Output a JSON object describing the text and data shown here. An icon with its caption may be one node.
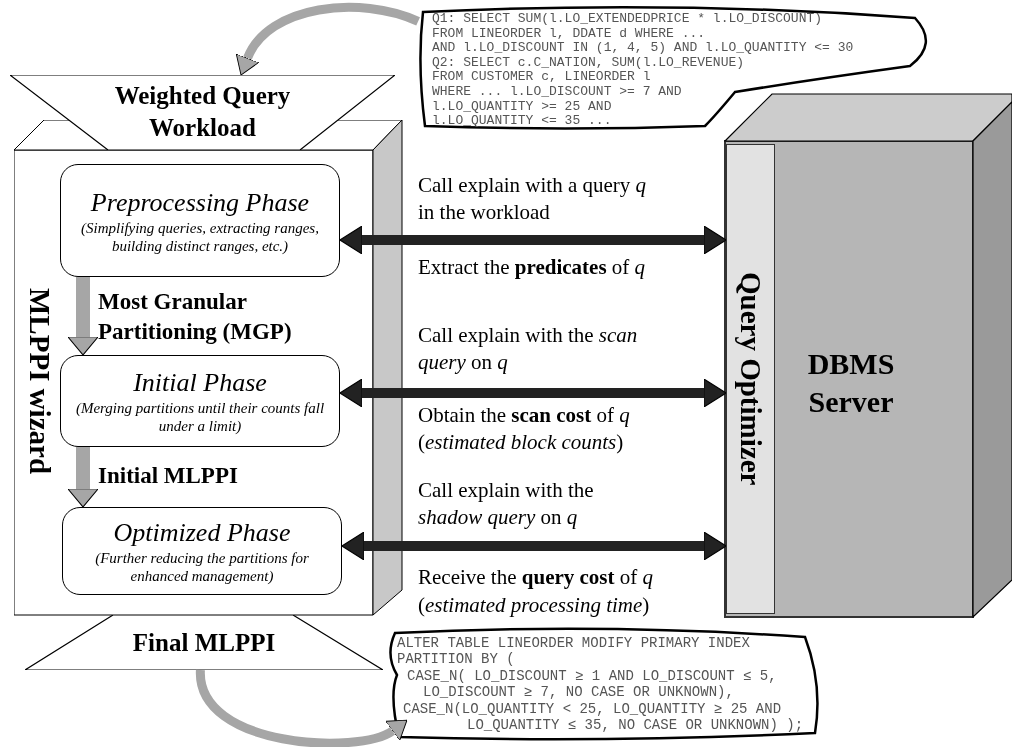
{
  "diagram": {
    "nodes": [
      {
        "text": [
          "MLPPI wizard"
        ]
      },
      {
        "text": [
          "Weighted Query Workload"
        ]
      },
      {
        "text": [
          "Preprocessing Phase",
          "(Simplifying queries, extracting ranges, building distinct ranges, etc.)"
        ],
        "in": 0
      },
      {
        "text": [
          "Initial Phase",
          "(Merging partitions until their counts fall under a limit)"
        ],
        "in": 0
      },
      {
        "text": [
          "Optimized Phase",
          "(Further reducing the partitions for enhanced management)"
        ],
        "in": 0
      },
      {
        "text": [
          "Final MLPPI"
        ]
      },
      {
        "text": [
          "DBMS Server"
        ]
      },
      {
        "text": [
          "Query Optimizer"
        ],
        "in": 6
      },
      {
        "text": [
          "Q1: SELECT SUM(l.LO_EXTENDEDPRICE * l.LO_DISCOUNT)",
          "FROM LINEORDER l, DDATE d WHERE ...",
          "AND l.LO_DISCOUNT IN (1, 4, 5) AND l.LO_QUANTITY <= 30",
          "Q2: SELECT c.C_NATION, SUM(l.LO_REVENUE)",
          "FROM CUSTOMER c, LINEORDER l",
          "WHERE ... l.LO_DISCOUNT >= 7 AND",
          "l.LO_QUANTITY >= 25 AND",
          "l.LO_QUANTITY <= 35 ..."
        ]
      },
      {
        "text": [
          "ALTER TABLE LINEORDER MODIFY PRIMARY INDEX",
          "PARTITION BY (",
          "CASE_N( LO_DISCOUNT ≥ 1 AND LO_DISCOUNT ≤ 5,",
          "LO_DISCOUNT ≥ 7, NO CASE OR UNKNOWN),",
          "CASE_N(LO_QUANTITY < 25, LO_QUANTITY ≥ 25 AND",
          "LO_QUANTITY ≤ 35, NO CASE OR UNKNOWN) );"
        ]
      }
    ],
    "edges": [
      {
        "from": 8,
        "to": 1,
        "arrow": "to"
      },
      {
        "from": 2,
        "to": 3,
        "arrow": "to",
        "label": "Most Granular Partitioning (MGP)"
      },
      {
        "from": 3,
        "to": 4,
        "arrow": "to",
        "label": "Initial MLPPI"
      },
      {
        "from": 2,
        "to": 7,
        "arrow": "both",
        "color": "#222222",
        "label": "Call explain with a query *q* in the workload"
      },
      {
        "from": 3,
        "to": 7,
        "arrow": "both",
        "color": "#222222",
        "label": "Call explain with the *scan query* on *q*"
      },
      {
        "from": 4,
        "to": 7,
        "arrow": "both",
        "color": "#222222",
        "label": "Call explain with the *shadow query* on *q*"
      },
      {
        "from": 5,
        "to": 9,
        "arrow": "to"
      }
    ],
    "labels": [
      "Extract the **predicates** of *q*",
      "Obtain the **scan cost** of *q*",
      "(*estimated block counts*)",
      "Receive the **query cost** of *q*",
      "(*estimated processing time*)"
    ]
  }
}
